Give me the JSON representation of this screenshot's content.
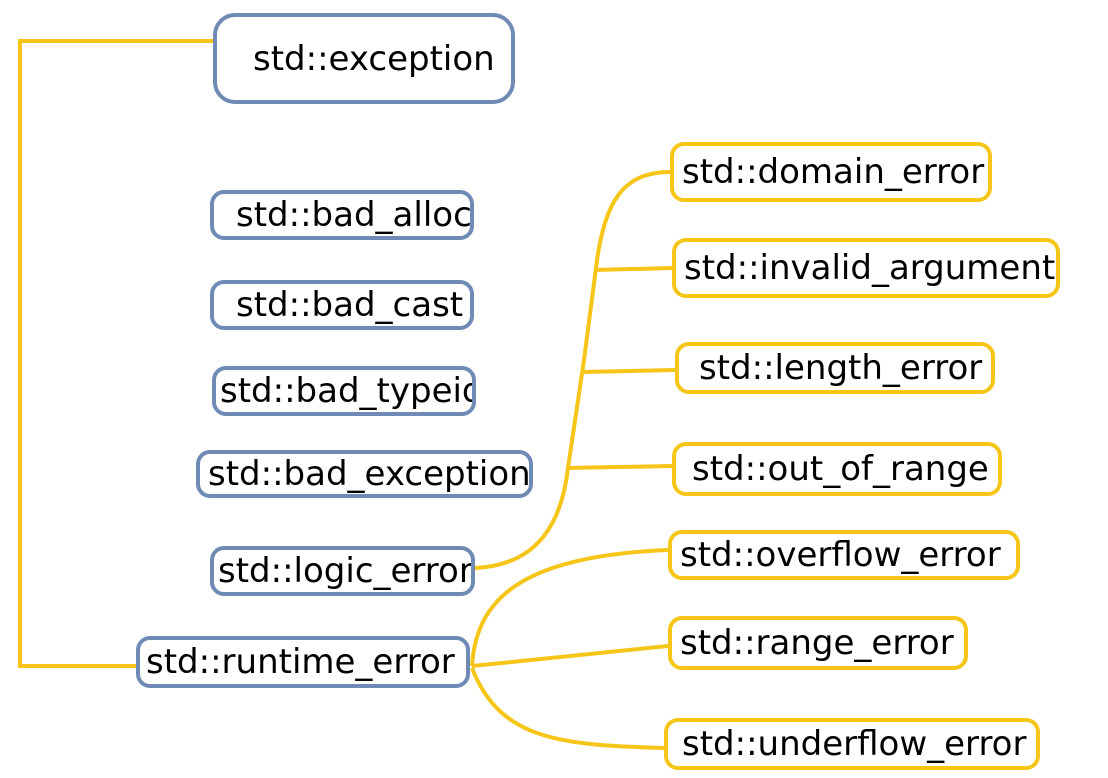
{
  "diagram": {
    "nodes": [
      {
        "id": "exception",
        "label": "std::exception",
        "color": "#6f8bb5"
      },
      {
        "id": "bad_alloc",
        "label": "std::bad_alloc",
        "color": "#6f8bb5"
      },
      {
        "id": "bad_cast",
        "label": "std::bad_cast",
        "color": "#6f8bb5"
      },
      {
        "id": "bad_typeid",
        "label": "std::bad_typeid",
        "color": "#6f8bb5"
      },
      {
        "id": "bad_exception",
        "label": "std::bad_exception",
        "color": "#6f8bb5"
      },
      {
        "id": "logic_error",
        "label": "std::logic_error",
        "color": "#6f8bb5"
      },
      {
        "id": "runtime_error",
        "label": "std::runtime_error",
        "color": "#6f8bb5"
      },
      {
        "id": "domain_error",
        "label": "std::domain_error",
        "color": "#f5c518"
      },
      {
        "id": "invalid_argument",
        "label": "std::invalid_argument",
        "color": "#f5c518"
      },
      {
        "id": "length_error",
        "label": "std::length_error",
        "color": "#f5c518"
      },
      {
        "id": "out_of_range",
        "label": "std::out_of_range",
        "color": "#f5c518"
      },
      {
        "id": "overflow_error",
        "label": "std::overflow_error",
        "color": "#f5c518"
      },
      {
        "id": "range_error",
        "label": "std::range_error",
        "color": "#f5c518"
      },
      {
        "id": "underflow_error",
        "label": "std::underflow_error",
        "color": "#f5c518"
      }
    ],
    "edges": [
      {
        "from": "exception",
        "to": "runtime_error"
      },
      {
        "from": "logic_error",
        "to": "domain_error"
      },
      {
        "from": "logic_error",
        "to": "invalid_argument"
      },
      {
        "from": "logic_error",
        "to": "length_error"
      },
      {
        "from": "logic_error",
        "to": "out_of_range"
      },
      {
        "from": "runtime_error",
        "to": "overflow_error"
      },
      {
        "from": "runtime_error",
        "to": "range_error"
      },
      {
        "from": "runtime_error",
        "to": "underflow_error"
      }
    ],
    "connector_color": "#f5c518"
  }
}
